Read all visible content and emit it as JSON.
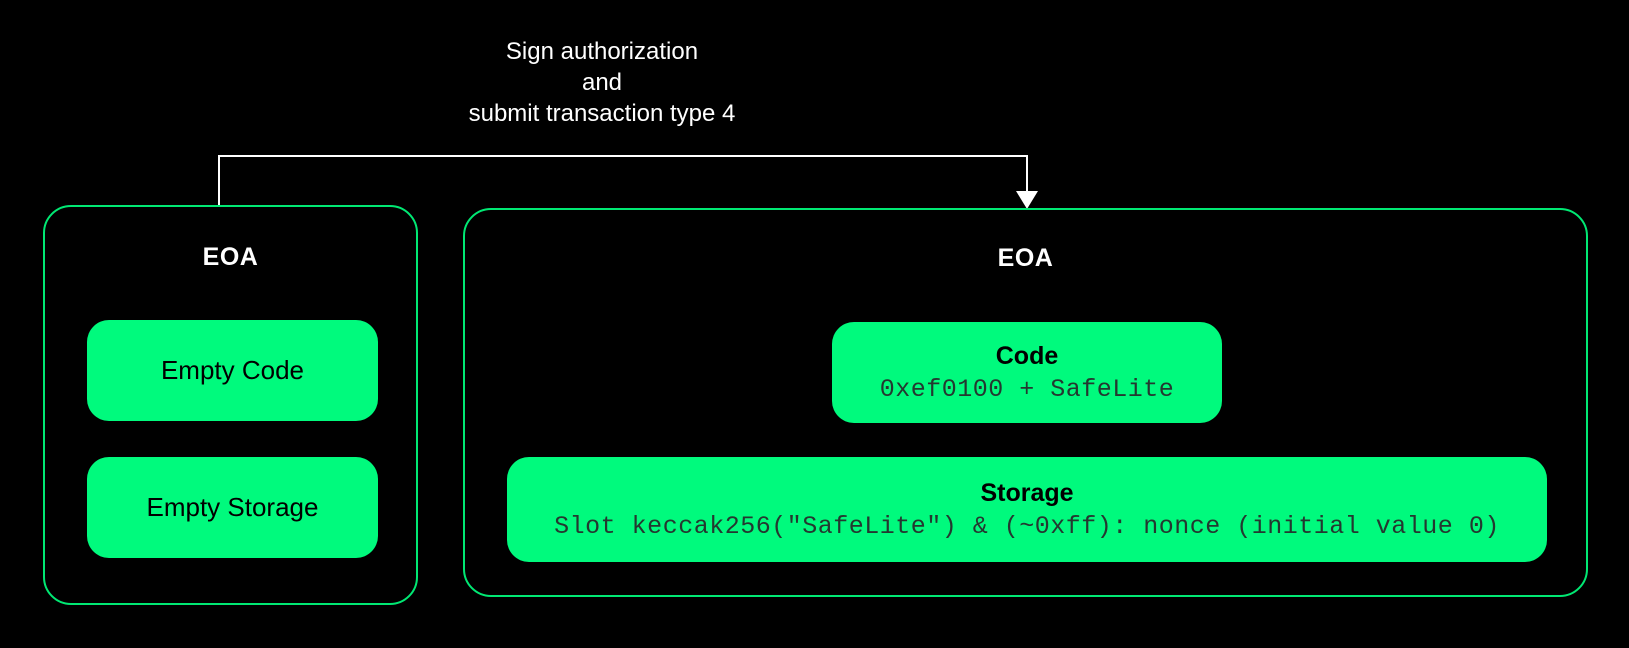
{
  "canvas": {
    "background": "#000000",
    "accent_fill": "#00FA7D",
    "accent_border": "#00E873",
    "arrow_color": "#FFFFFF",
    "code_text_color": "#243830"
  },
  "arrow": {
    "label_line1": "Sign authorization",
    "label_line2": "and",
    "label_line3": "submit transaction type 4"
  },
  "left_box": {
    "title": "EOA",
    "items": [
      {
        "label": "Empty Code"
      },
      {
        "label": "Empty Storage"
      }
    ]
  },
  "right_box": {
    "title": "EOA",
    "code": {
      "title": "Code",
      "value": "0xef0100 + SafeLite"
    },
    "storage": {
      "title": "Storage",
      "value": "Slot keccak256(\"SafeLite\") & (~0xff): nonce (initial value 0)"
    }
  }
}
